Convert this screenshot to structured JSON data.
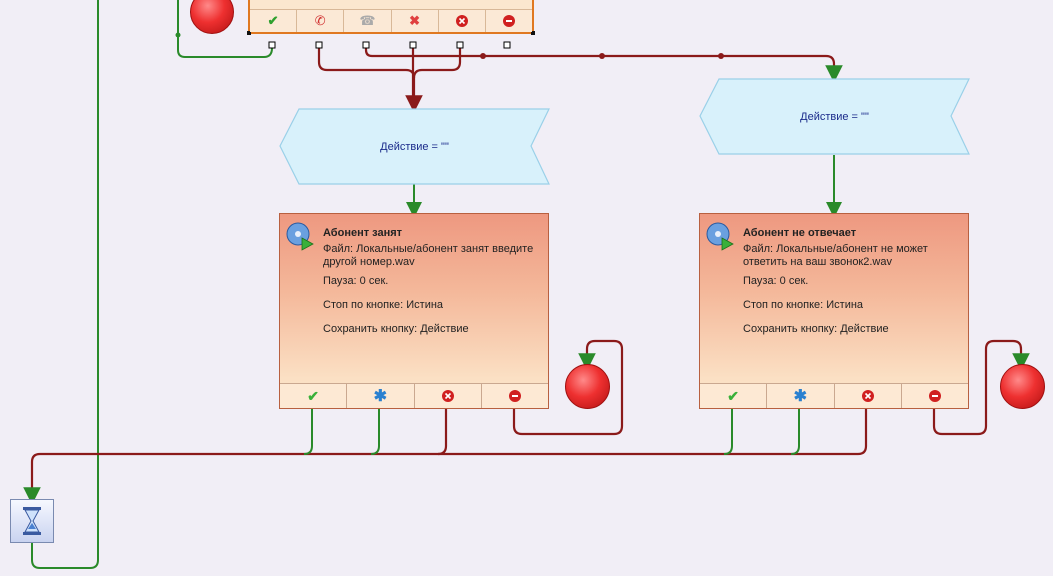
{
  "top_block": {
    "buttons": [
      {
        "icon": "check-icon",
        "color": "#2fa02f"
      },
      {
        "icon": "phone-icon",
        "color": "#d03030"
      },
      {
        "icon": "phone-hangup-icon",
        "color": "#aaaaaa"
      },
      {
        "icon": "x-icon",
        "color": "#e04040"
      },
      {
        "icon": "error-circle-icon",
        "color": "#d02020"
      },
      {
        "icon": "stop-circle-icon",
        "color": "#d02020"
      }
    ]
  },
  "action_left": {
    "label": "Действие = \"\""
  },
  "action_right": {
    "label": "Действие = \"\""
  },
  "play_left": {
    "title": "Абонент занят",
    "file": "Файл: Локальные/абонент занят введите другой номер.wav",
    "pause": "Пауза: 0 сек.",
    "stop_on_key": "Стоп по кнопке: Истина",
    "save_key": "Сохранить кнопку: Действие"
  },
  "play_right": {
    "title": "Абонент не отвечает",
    "file": "Файл: Локальные/абонент не может ответить на ваш звонок2.wav",
    "pause": "Пауза: 0 сек.",
    "stop_on_key": "Стоп по кнопке: Истина",
    "save_key": "Сохранить кнопку: Действие"
  },
  "play_buttons": [
    "check-icon",
    "asterisk-icon",
    "error-circle-icon",
    "stop-circle-icon"
  ],
  "colors": {
    "wire_red": "#8b1a1a",
    "wire_green": "#2a8a2a",
    "play_header": "#ee9880",
    "action_fill": "#d8f1fb",
    "stop_red": "#ee3030"
  }
}
